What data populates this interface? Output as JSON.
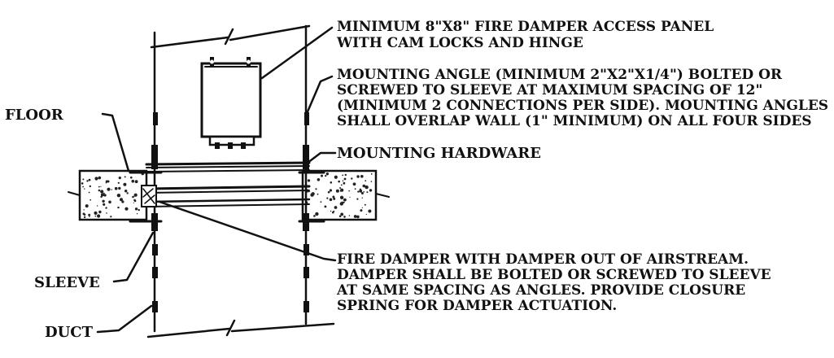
{
  "labels": {
    "floor": "FLOOR",
    "sleeve": "SLEEVE",
    "duct": "DUCT"
  },
  "notes": {
    "access_panel": [
      "MINIMUM 8\"X8\" FIRE DAMPER ACCESS PANEL",
      "WITH CAM LOCKS AND HINGE"
    ],
    "mounting_angle": [
      "MOUNTING ANGLE (MINIMUM 2\"X2\"X1/4\") BOLTED OR",
      "SCREWED TO SLEEVE AT MAXIMUM SPACING OF 12\"",
      "(MINIMUM 2 CONNECTIONS PER SIDE). MOUNTING ANGLES",
      "SHALL OVERLAP WALL (1\" MINIMUM) ON ALL FOUR SIDES"
    ],
    "mounting_hardware": "MOUNTING HARDWARE",
    "fire_damper": [
      "FIRE DAMPER WITH DAMPER OUT OF AIRSTREAM.",
      "DAMPER SHALL BE BOLTED OR SCREWED TO SLEEVE",
      "AT SAME SPACING AS ANGLES.  PROVIDE CLOSURE",
      "SPRING FOR DAMPER ACTUATION."
    ]
  }
}
